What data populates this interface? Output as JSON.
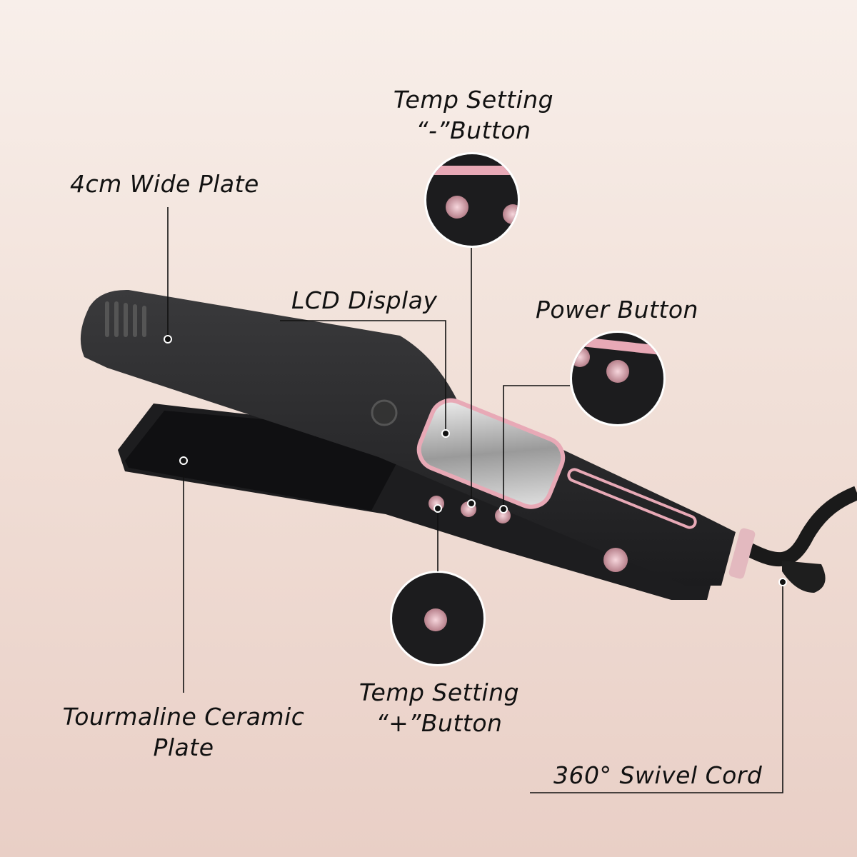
{
  "labels": {
    "temp_minus": {
      "line1": "Temp Setting",
      "line2": "“-”Button"
    },
    "wide_plate": "4cm Wide Plate",
    "lcd": "LCD Display",
    "power": "Power Button",
    "temp_plus": {
      "line1": "Temp Setting",
      "line2": "“+”Button"
    },
    "ceramic": {
      "line1": "Tourmaline Ceramic",
      "line2": "Plate"
    },
    "swivel": "360° Swivel Cord"
  },
  "colors": {
    "body": "#2a2a2c",
    "accent": "#e8a9b6",
    "line": "#111111"
  }
}
